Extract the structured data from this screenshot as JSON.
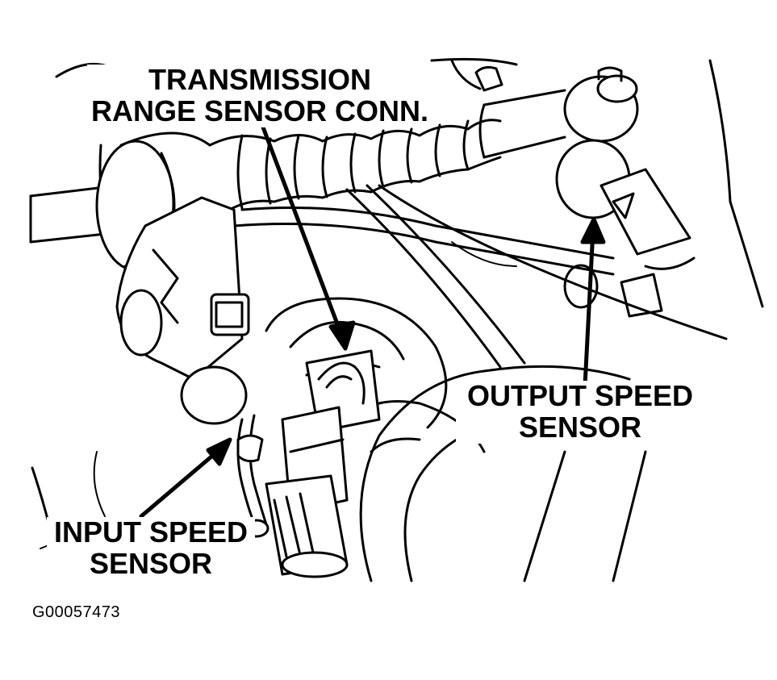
{
  "callouts": {
    "transmission_range": {
      "line1": "TRANSMISSION",
      "line2": "RANGE SENSOR CONN."
    },
    "output_speed": {
      "line1": "OUTPUT SPEED",
      "line2": "SENSOR"
    },
    "input_speed": {
      "line1": "INPUT SPEED",
      "line2": "SENSOR"
    }
  },
  "figure_id": "G00057473",
  "colors": {
    "ink": "#000000",
    "paper": "#ffffff"
  }
}
